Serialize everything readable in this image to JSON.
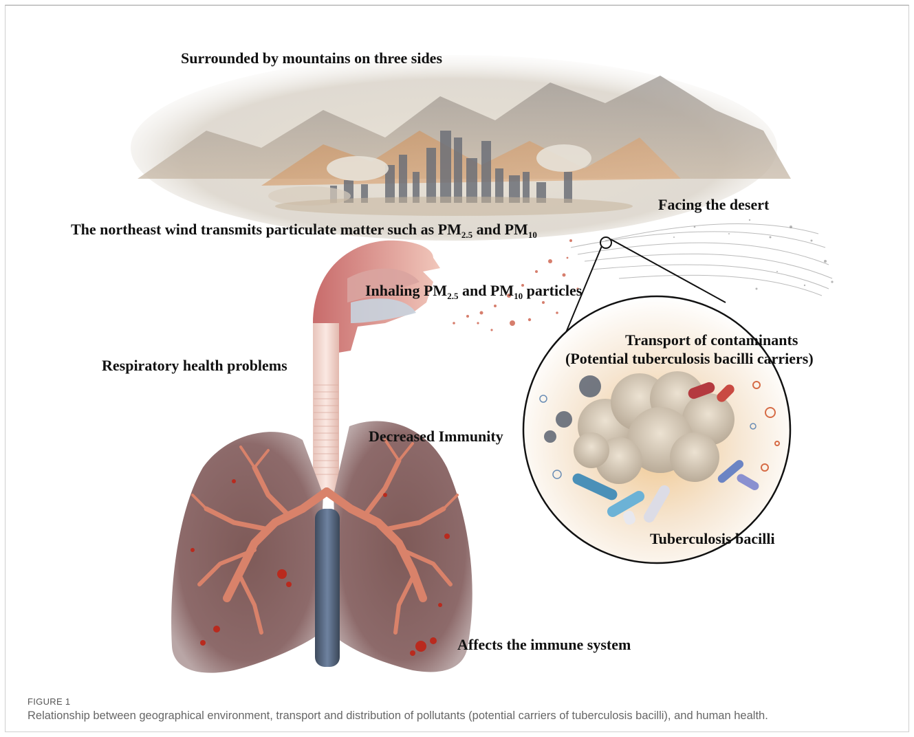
{
  "figure": {
    "labels": {
      "mountains": "Surrounded by mountains on three sides",
      "desert": "Facing the desert",
      "wind_prefix": "The northeast wind transmits particulate matter such as PM",
      "wind_sub1": "2.5",
      "wind_mid": " and PM",
      "wind_sub2": "10",
      "inhale_prefix": "Inhaling PM",
      "inhale_sub1": "2.5",
      "inhale_mid": " and PM",
      "inhale_sub2": "10",
      "inhale_suffix": " particles",
      "transport_line1": "Transport of contaminants",
      "transport_line2": "(Potential tuberculosis bacilli carriers)",
      "respiratory": "Respiratory health problems",
      "immunity": "Decreased Immunity",
      "bacilli": "Tuberculosis bacilli",
      "immune_system": "Affects the immune system"
    },
    "caption": {
      "title": "FIGURE 1",
      "text": "Relationship between geographical environment, transport and distribution of pollutants (potential carriers of tuberculosis bacilli), and human health."
    }
  }
}
